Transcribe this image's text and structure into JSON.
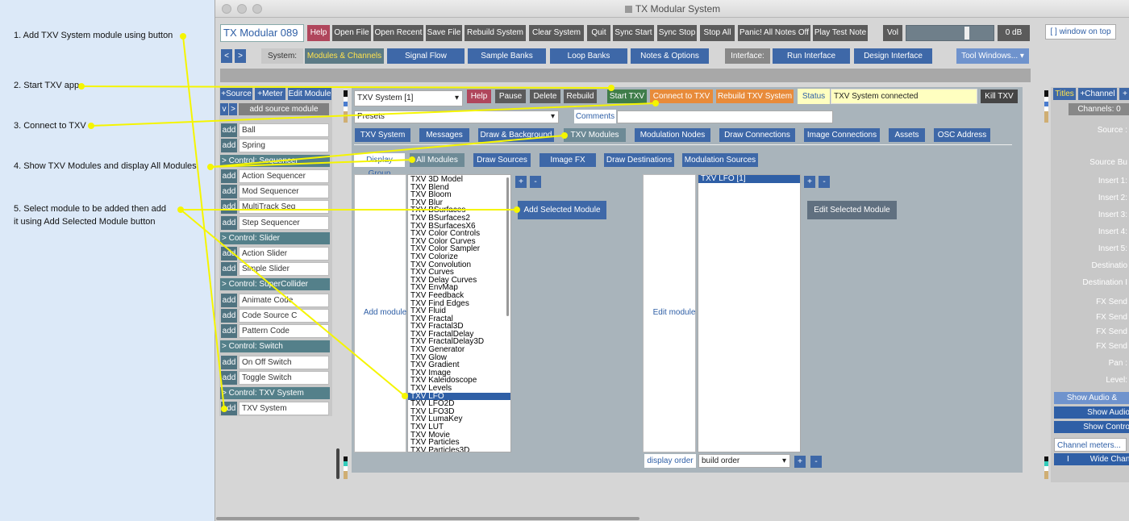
{
  "notes": [
    "1. Add TXV System module using button",
    "2. Start TXV app",
    "3. Connect to TXV",
    "4. Show TXV Modules and display All Modules",
    "5. Select module to be added then add",
    "it using Add Selected Module button"
  ],
  "window": {
    "title": "TX Modular System"
  },
  "toolbar": {
    "app_name": "TX Modular 089",
    "help": "Help",
    "open_file": "Open File",
    "open_recent": "Open Recent",
    "save_file": "Save File",
    "rebuild_system": "Rebuild System",
    "clear_system": "Clear System",
    "quit": "Quit",
    "sync_start": "Sync Start",
    "sync_stop": "Sync Stop",
    "stop_all": "Stop All",
    "panic": "Panic! All Notes Off",
    "play_test_note": "Play Test Note",
    "vol": "Vol",
    "vol_value": "0 dB",
    "window_on_top": "[ ] window on top"
  },
  "nav": {
    "back": "<",
    "forward": ">",
    "system_label": "System:",
    "modules_channels": "Modules & Channels",
    "signal_flow": "Signal Flow",
    "sample_banks": "Sample Banks",
    "loop_banks": "Loop Banks",
    "notes_options": "Notes & Options",
    "interface_label": "Interface:",
    "run_interface": "Run Interface",
    "design_interface": "Design Interface",
    "tool_windows": "Tool Windows..."
  },
  "left": {
    "source_btn": "+Source",
    "meter_btn": "+Meter",
    "edit_module": "Edit Module",
    "v": "v",
    ">": ">",
    "add_source_module": "add source module",
    "add": "add",
    "items_top": [
      "Ball",
      "Spring"
    ],
    "hdr_sequencer": "> Control: Sequencer",
    "items_seq": [
      "Action Sequencer",
      "Mod Sequencer",
      "MultiTrack Seq",
      "Step Sequencer"
    ],
    "hdr_slider": "> Control: Slider",
    "items_slider": [
      "Action Slider",
      "Simple Slider"
    ],
    "hdr_sc": "> Control: SuperCollider",
    "items_sc": [
      "Animate Code",
      "Code Source C",
      "Pattern Code"
    ],
    "hdr_switch": "> Control: Switch",
    "items_switch": [
      "On Off Switch",
      "Toggle Switch"
    ],
    "hdr_txv": "> Control: TXV System",
    "items_txv": [
      "TXV System"
    ]
  },
  "module": {
    "selector": "TXV System [1]",
    "help": "Help",
    "pause": "Pause",
    "delete": "Delete",
    "rebuild": "Rebuild",
    "start_txv": "Start TXV",
    "connect_txv": "Connect to TXV",
    "rebuild_txv": "Rebuild TXV System",
    "status_label": "Status",
    "status_value": "TXV System connected",
    "kill_txv": "Kill TXV",
    "presets": "Presets",
    "comments_label": "Comments"
  },
  "tabs": [
    "TXV System",
    "Messages",
    "Draw & Background",
    "TXV Modules",
    "Modulation Nodes",
    "Draw Connections",
    "Image Connections",
    "Assets",
    "OSC Address"
  ],
  "groups": {
    "label": "Display Group",
    "items": [
      "All Modules",
      "Draw Sources",
      "Image FX",
      "Draw Destinations",
      "Modulation Sources"
    ]
  },
  "add_panel": {
    "add_module": "Add module",
    "plus": "+",
    "minus": "-",
    "add_selected": "Add Selected Module",
    "modules": [
      "TXV 3D Model",
      "TXV Blend",
      "TXV Bloom",
      "TXV Blur",
      "TXV BSurfaces",
      "TXV BSurfaces2",
      "TXV BSurfacesX6",
      "TXV Color Controls",
      "TXV Color Curves",
      "TXV Color Sampler",
      "TXV Colorize",
      "TXV Convolution",
      "TXV Curves",
      "TXV Delay Curves",
      "TXV EnvMap",
      "TXV Feedback",
      "TXV Find Edges",
      "TXV Fluid",
      "TXV Fractal",
      "TXV Fractal3D",
      "TXV FractalDelay",
      "TXV FractalDelay3D",
      "TXV Generator",
      "TXV Glow",
      "TXV Gradient",
      "TXV Image",
      "TXV Kaleidoscope",
      "TXV Levels",
      "TXV LFO",
      "TXV LFO2D",
      "TXV LFO3D",
      "TXV LumaKey",
      "TXV LUT",
      "TXV Movie",
      "TXV Particles",
      "TXV Particles3D"
    ],
    "selected": "TXV LFO"
  },
  "edit_panel": {
    "edit_module": "Edit module",
    "items": [
      "TXV LFO [1]"
    ],
    "edit_selected": "Edit Selected Module",
    "display_order": "display order",
    "build_order": "build order"
  },
  "right": {
    "titles": "Titles",
    "channel": "+Channel",
    "plus": "+",
    "channels": "Channels: 0",
    "labels": [
      "Source :",
      "Source Bu",
      "Insert 1:",
      "Insert 2:",
      "Insert 3:",
      "Insert 4:",
      "Insert 5:",
      "Destinatio",
      "Destination I",
      "FX Send",
      "FX Send",
      "FX Send",
      "FX Send",
      "Pan :",
      "Level:"
    ],
    "show_audio_and": "Show Audio &",
    "show_audio": "Show Audio",
    "show_control": "Show Contro",
    "channel_meters": "Channel meters...",
    "wide_chan": "Wide Chan",
    "pipe": "I"
  },
  "colors": {
    "accent": "#3e68a8",
    "annotation": "#f5f500",
    "status_bg": "#ffffc0",
    "orange": "#e88b3a",
    "green": "#3f7d4a"
  }
}
